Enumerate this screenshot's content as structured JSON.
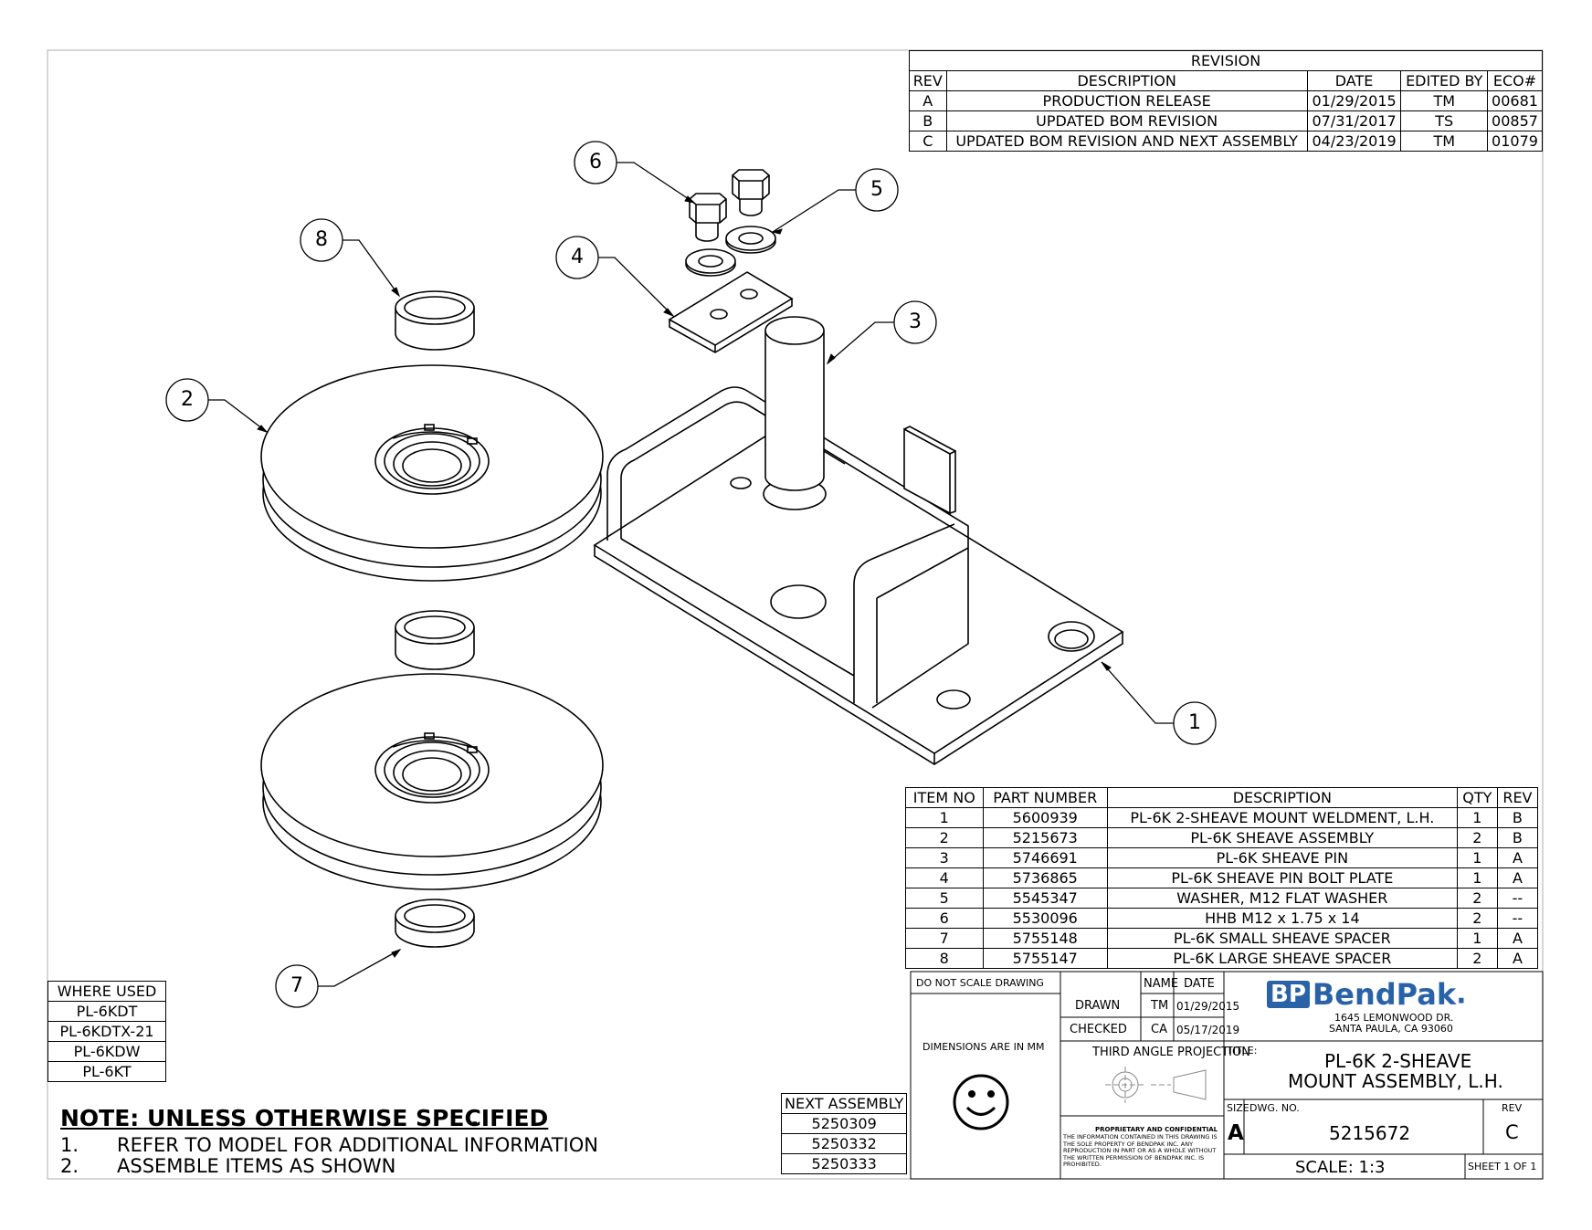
{
  "revision": {
    "title": "REVISION",
    "headers": [
      "REV",
      "DESCRIPTION",
      "DATE",
      "EDITED BY",
      "ECO#"
    ],
    "rows": [
      [
        "A",
        "PRODUCTION RELEASE",
        "01/29/2015",
        "TM",
        "00681"
      ],
      [
        "B",
        "UPDATED BOM REVISION",
        "07/31/2017",
        "TS",
        "00857"
      ],
      [
        "C",
        "UPDATED BOM REVISION AND NEXT ASSEMBLY",
        "04/23/2019",
        "TM",
        "01079"
      ]
    ]
  },
  "bom": {
    "headers": [
      "ITEM NO",
      "PART NUMBER",
      "DESCRIPTION",
      "QTY",
      "REV"
    ],
    "rows": [
      [
        "1",
        "5600939",
        "PL-6K 2-SHEAVE MOUNT WELDMENT, L.H.",
        "1",
        "B"
      ],
      [
        "2",
        "5215673",
        "PL-6K SHEAVE ASSEMBLY",
        "2",
        "B"
      ],
      [
        "3",
        "5746691",
        "PL-6K SHEAVE PIN",
        "1",
        "A"
      ],
      [
        "4",
        "5736865",
        "PL-6K SHEAVE PIN BOLT PLATE",
        "1",
        "A"
      ],
      [
        "5",
        "5545347",
        "WASHER, M12 FLAT WASHER",
        "2",
        "--"
      ],
      [
        "6",
        "5530096",
        "HHB M12 x 1.75 x 14",
        "2",
        "--"
      ],
      [
        "7",
        "5755148",
        "PL-6K SMALL SHEAVE SPACER",
        "1",
        "A"
      ],
      [
        "8",
        "5755147",
        "PL-6K LARGE SHEAVE SPACER",
        "2",
        "A"
      ]
    ]
  },
  "balloons": [
    "1",
    "2",
    "3",
    "4",
    "5",
    "6",
    "7",
    "8"
  ],
  "where_used": {
    "title": "WHERE USED",
    "items": [
      "PL-6KDT",
      "PL-6KDTX-21",
      "PL-6KDW",
      "PL-6KT"
    ]
  },
  "next_assembly": {
    "title": "NEXT ASSEMBLY",
    "items": [
      "5250309",
      "5250332",
      "5250333"
    ]
  },
  "notes": {
    "title": "NOTE: UNLESS OTHERWISE SPECIFIED",
    "title_suffix": ".",
    "items": [
      {
        "num": "1.",
        "text": "REFER TO MODEL FOR ADDITIONAL INFORMATION"
      },
      {
        "num": "2.",
        "text": "ASSEMBLE ITEMS AS SHOWN"
      }
    ]
  },
  "title_block": {
    "do_not_scale": "DO NOT SCALE DRAWING",
    "name_header": "NAME",
    "date_header": "DATE",
    "drawn_label": "DRAWN",
    "drawn_name": "TM",
    "drawn_date": "01/29/2015",
    "checked_label": "CHECKED",
    "checked_name": "CA",
    "checked_date": "05/17/2019",
    "dimensions_note": "DIMENSIONS ARE IN MM",
    "projection": "THIRD ANGLE PROJECTION",
    "proprietary_title": "PROPRIETARY AND CONFIDENTIAL",
    "proprietary_text": "THE INFORMATION CONTAINED IN THIS DRAWING IS THE SOLE PROPERTY OF BENDPAK INC. ANY REPRODUCTION IN PART OR AS A WHOLE WITHOUT THE WRITTEN PERMISSION OF BENDPAK INC. IS PROHIBITED.",
    "logo_mark": "BP",
    "logo_text": "BendPak",
    "logo_dot": ".",
    "address_line1": "1645 LEMONWOOD DR.",
    "address_line2": "SANTA PAULA, CA 93060",
    "title_label": "TITLE:",
    "title_line1": "PL-6K 2-SHEAVE",
    "title_line2": "MOUNT ASSEMBLY, L.H.",
    "size_label": "SIZE",
    "size": "A",
    "dwg_label": "DWG.  NO.",
    "dwg_no": "5215672",
    "rev_label": "REV",
    "rev": "C",
    "scale": "SCALE: 1:3",
    "sheet": "SHEET 1 OF 1"
  },
  "colors": {
    "brand_blue": "#2a62a8",
    "brand_gray": "#8a8f96",
    "line": "#000000"
  }
}
